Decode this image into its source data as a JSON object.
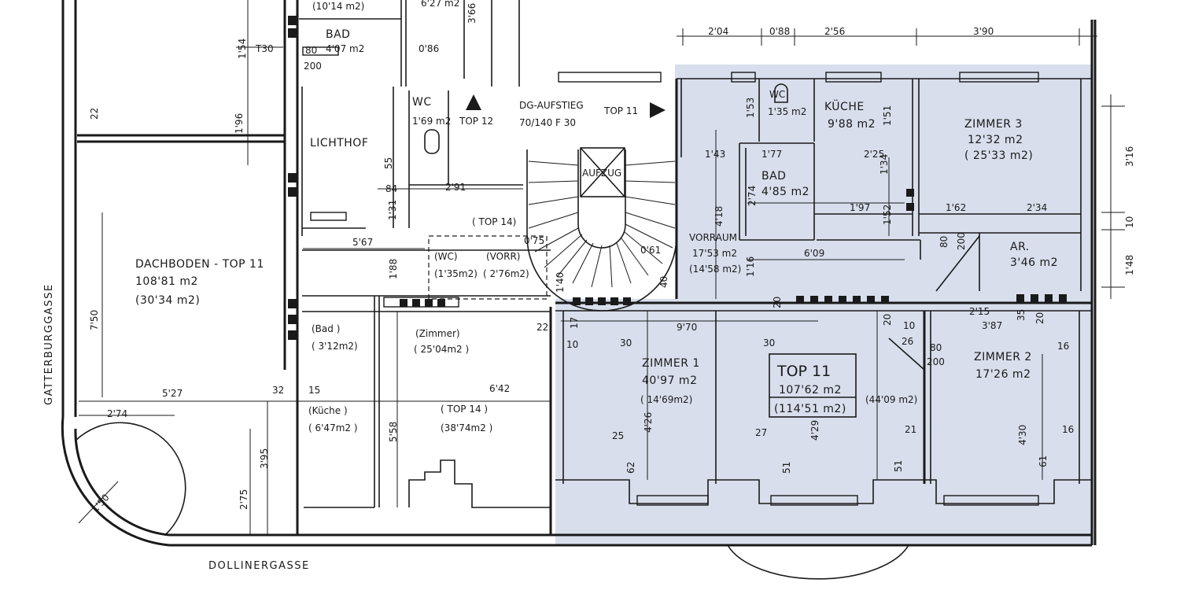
{
  "colors": {
    "highlight": "#d8deec",
    "line": "#1a1a1a"
  },
  "streets": {
    "left": "GATTERBURGGASSE",
    "bottom": "DOLLINERGASSE"
  },
  "rooms": {
    "bad_top": {
      "name": "BAD",
      "area": "4'07 m2"
    },
    "top_area_a": "(10'14 m2)",
    "top_area_b": "6'27 m2",
    "lichthof": "LICHTHOF",
    "wc_left": {
      "name": "WC",
      "area": "1'69 m2"
    },
    "dg_aufstieg": {
      "name": "DG-AUFSTIEG",
      "spec": "70/140  F 30"
    },
    "top12": "TOP 12",
    "top11_marker": "TOP 11",
    "aufzug": "AUFZUG",
    "dachboden": {
      "name": "DACHBODEN - TOP 11",
      "area": "108'81 m2",
      "alt": "(30'34  m2)"
    },
    "top14_small": "( TOP 14)",
    "wc_paren": {
      "name": "(WC)",
      "area": "(1'35m2)"
    },
    "vorr_paren": {
      "name": "(VORR)",
      "area": "( 2'76m2)"
    },
    "bad_paren": {
      "name": "(Bad )",
      "area": "( 3'12m2)"
    },
    "zimmer_paren": {
      "name": "(Zimmer)",
      "area": "( 25'04m2 )"
    },
    "kueche_paren": {
      "name": "(Küche )",
      "area": "( 6'47m2 )"
    },
    "top14": {
      "name": "( TOP 14 )",
      "area": "(38'74m2 )"
    },
    "wc_right": {
      "name": "WC",
      "area": "1'35 m2"
    },
    "kueche": {
      "name": "KÜCHE",
      "area": "9'88 m2"
    },
    "zimmer3": {
      "name": "ZIMMER 3",
      "area": "12'32  m2",
      "alt": "( 25'33 m2)"
    },
    "bad_right": {
      "name": "BAD",
      "area": "4'85 m2"
    },
    "vorraum": {
      "name": "VORRAUM",
      "area": "17'53 m2",
      "alt": "(14'58 m2)"
    },
    "ar": {
      "name": "AR.",
      "area": "3'46 m2"
    },
    "zimmer1": {
      "name": "ZIMMER 1",
      "area": "40'97 m2",
      "alt": "( 14'69m2)"
    },
    "top11": {
      "name": "TOP 11",
      "area": "107'62 m2",
      "alt": "(114'51 m2)",
      "extra": "(44'09 m2)"
    },
    "zimmer2": {
      "name": "ZIMMER 2",
      "area": "17'26 m2"
    }
  },
  "dims": {
    "top": [
      "2'04",
      "0'88",
      "2'56",
      "3'90"
    ],
    "right": [
      "3'16",
      "10",
      "1'48"
    ],
    "misc": [
      "1'54",
      "T30",
      "80",
      "200",
      "0'86",
      "3'66",
      "1'96",
      "22",
      "55",
      "84",
      "1'31",
      "2'91",
      "5'67",
      "1'88",
      "0'75",
      "7'50",
      "5'27",
      "32",
      "15",
      "6'42",
      "2'74",
      "3'95",
      "2'75",
      "5'58",
      "1'50",
      "1'53",
      "1'43",
      "1'77",
      "2'25",
      "1'51",
      "1'34",
      "2'74",
      "4'18",
      "1'97",
      "1'52",
      "1'62",
      "2'34",
      "80",
      "200",
      "0'61",
      "1'16",
      "6'09",
      "40",
      "1'40",
      "22",
      "17",
      "10",
      "9'70",
      "30",
      "30",
      "20",
      "20",
      "10",
      "26",
      "80",
      "200",
      "2'15",
      "3'87",
      "35",
      "20",
      "16",
      "4'26",
      "25",
      "62",
      "27",
      "4'29",
      "51",
      "51",
      "21",
      "4'30",
      "61",
      "16"
    ]
  }
}
